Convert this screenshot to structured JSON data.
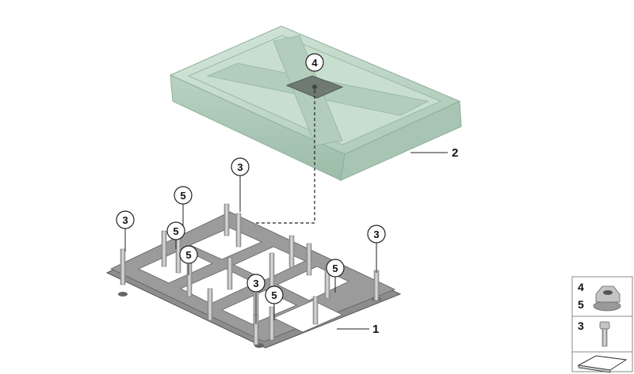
{
  "parts": {
    "cover_label": "2",
    "frame_label": "1"
  },
  "callouts": {
    "cover_nut": "4",
    "bolt_top": "3",
    "bolt_left": "3",
    "bolt_right": "3",
    "bolt_center": "3",
    "nut_a": "5",
    "nut_b": "5",
    "nut_c": "5",
    "nut_d": "5",
    "nut_e": "5"
  },
  "legend": {
    "row1_top": "4",
    "row1_bottom": "5",
    "row2": "3"
  },
  "colors": {
    "cover_fill": "#bfd8c8",
    "cover_edge": "#8fb09c",
    "frame_fill": "#8a8a8a",
    "frame_edge": "#5a5a5a",
    "stud": "#b0b0b0",
    "legend_border": "#888888"
  }
}
